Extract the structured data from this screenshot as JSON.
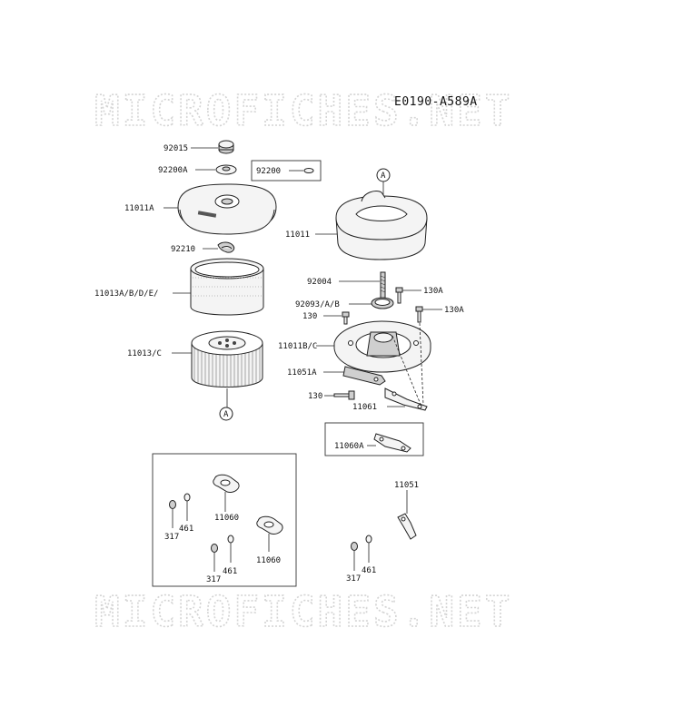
{
  "diagram_code": "E0190-A589A",
  "watermark": "MICROFICHES.NET",
  "colors": {
    "line": "#222222",
    "watermark": "#d4d4d4",
    "background": "#ffffff"
  },
  "callout_letter": "A",
  "labels": {
    "p92015": "92015",
    "p92200A": "92200A",
    "p92200": "92200",
    "p11011A": "11011A",
    "p92210": "92210",
    "p11013ABDE": "11013A/B/D/E/",
    "p11013C": "11013/C",
    "p11011": "11011",
    "p92004": "92004",
    "p130A_1": "130A",
    "p92093AB": "92093/A/B",
    "p130_1": "130",
    "p130A_2": "130A",
    "p11011BC": "11011B/C",
    "p11051A": "11051A",
    "p130_2": "130",
    "p11061": "11061",
    "p11060A": "11060A",
    "p317_1": "317",
    "p461_1": "461",
    "p11060_1": "11060",
    "p317_2": "317",
    "p461_2": "461",
    "p11060_2": "11060",
    "p11051": "11051",
    "p317_3": "317",
    "p461_3": "461"
  }
}
